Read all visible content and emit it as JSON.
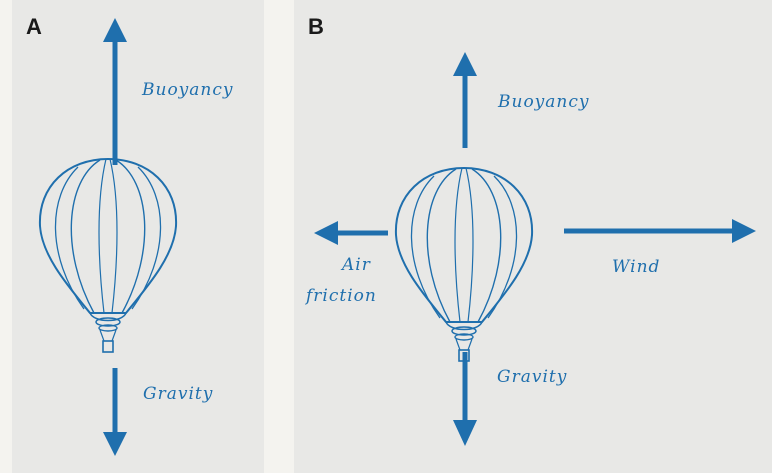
{
  "panel_a": {
    "letter": "A",
    "labels": {
      "buoyancy": "Buoyancy",
      "gravity": "Gravity"
    }
  },
  "panel_b": {
    "letter": "B",
    "labels": {
      "buoyancy": "Buoyancy",
      "gravity": "Gravity",
      "air_friction_line1": "Air",
      "air_friction_line2": "friction",
      "wind": "Wind"
    }
  },
  "colors": {
    "arrow": "#1f6fad",
    "balloon_line": "#1f6fad",
    "panel_bg": "#e8e8e6",
    "page_bg": "#f4f3ef"
  },
  "icons": [
    "hot-air-balloon-icon"
  ]
}
